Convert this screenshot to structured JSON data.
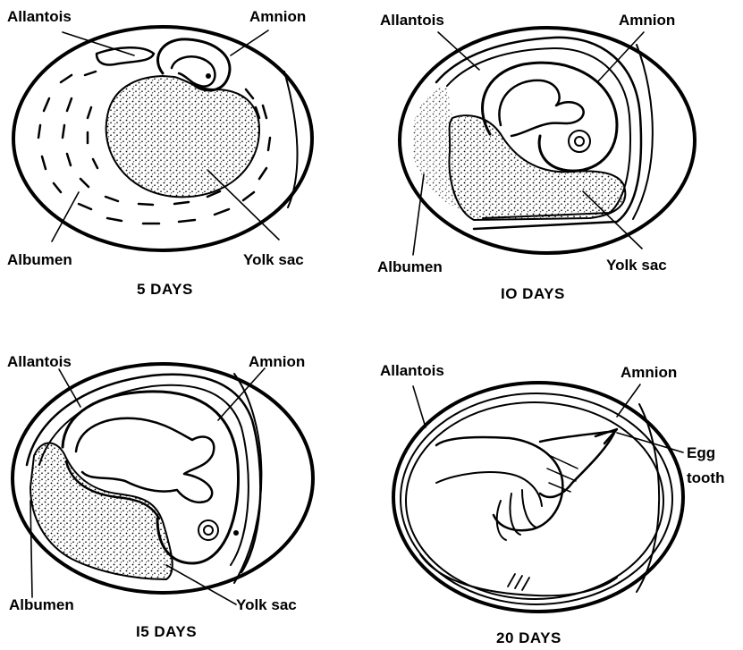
{
  "panels": [
    {
      "caption": "5 DAYS",
      "labels": {
        "allantois": "Allantois",
        "amnion": "Amnion",
        "albumen": "Albumen",
        "yolk_sac": "Yolk sac"
      }
    },
    {
      "caption": "IO DAYS",
      "labels": {
        "allantois": "Allantois",
        "amnion": "Amnion",
        "albumen": "Albumen",
        "yolk_sac": "Yolk sac"
      }
    },
    {
      "caption": "I5 DAYS",
      "labels": {
        "allantois": "Allantois",
        "amnion": "Amnion",
        "albumen": "Albumen",
        "yolk_sac": "Yolk sac"
      }
    },
    {
      "caption": "20 DAYS",
      "labels": {
        "allantois": "Allantois",
        "amnion": "Amnion",
        "egg_tooth_line1": "Egg",
        "egg_tooth_line2": "tooth"
      }
    }
  ]
}
